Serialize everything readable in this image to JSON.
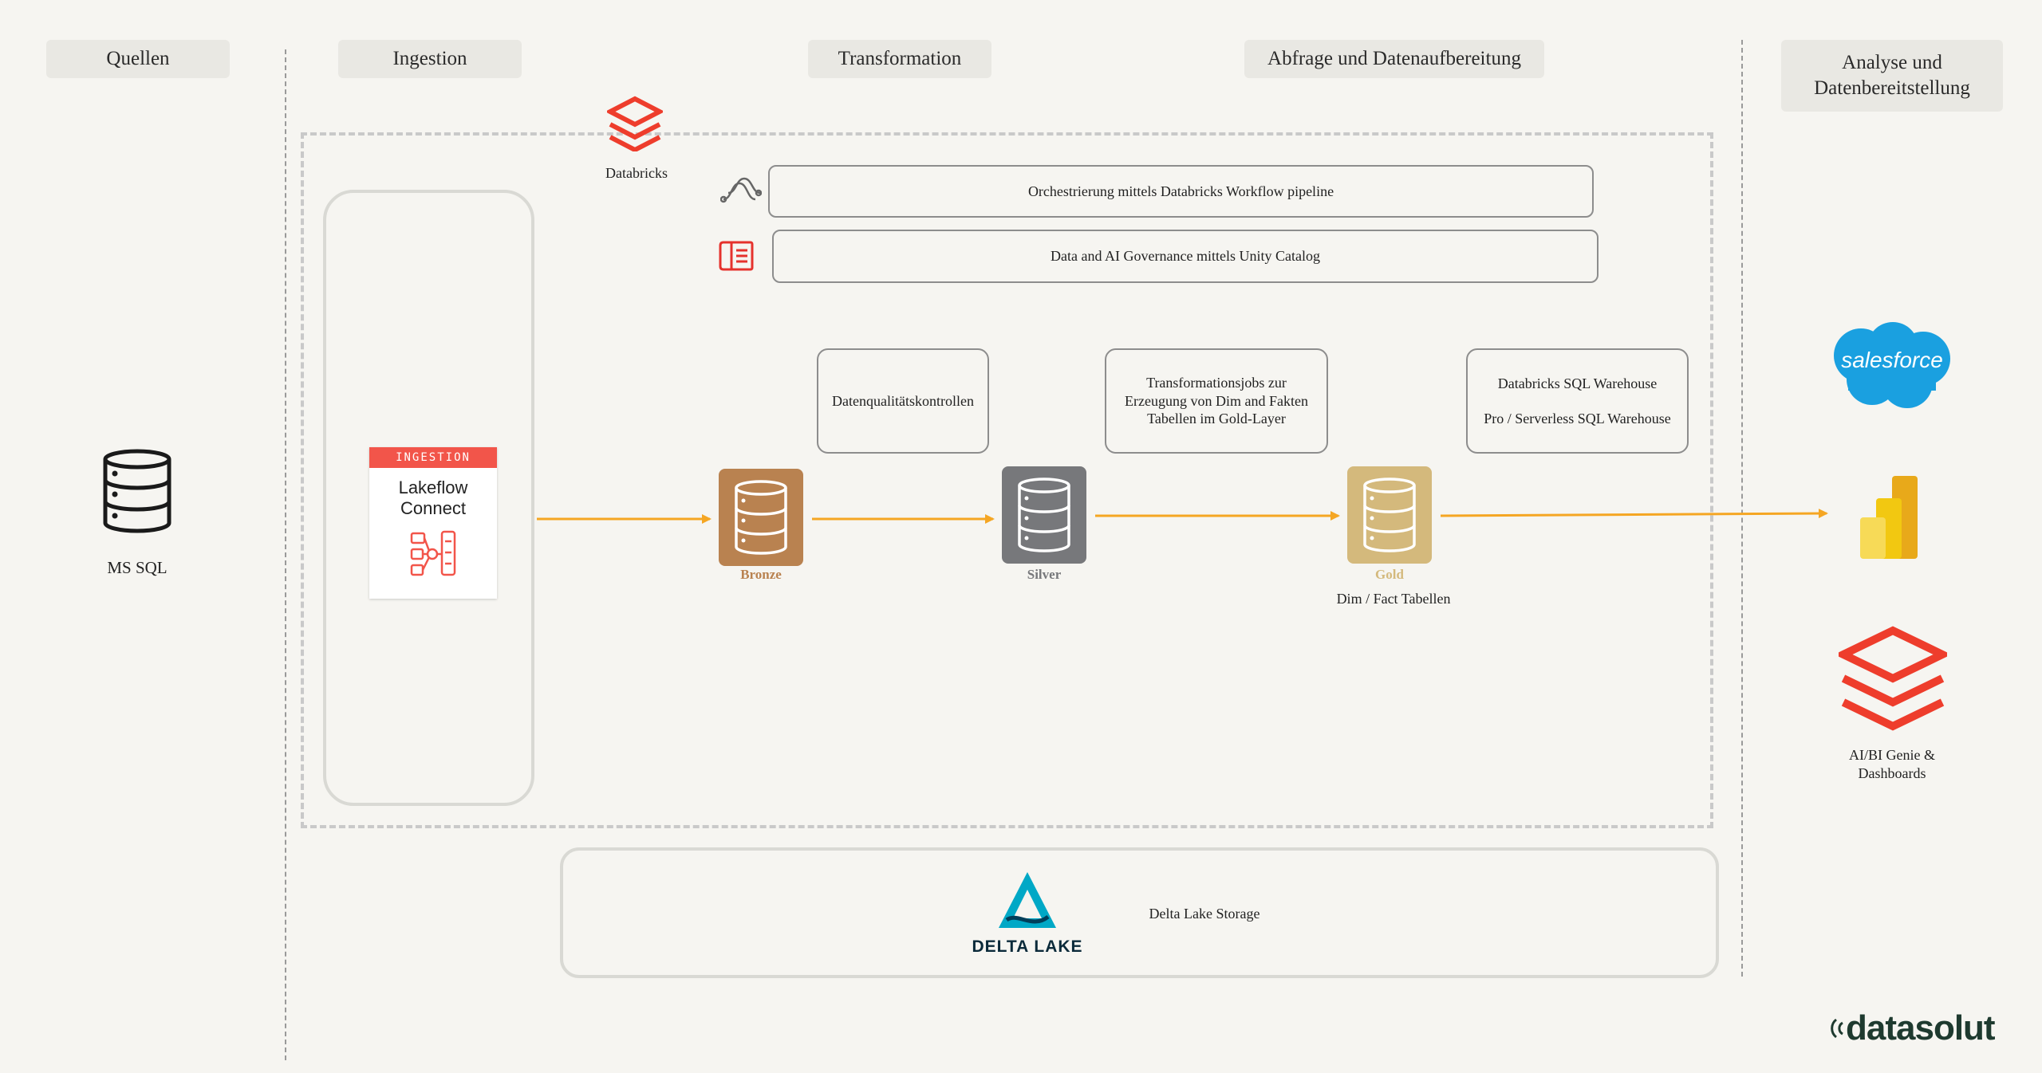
{
  "phases": {
    "sources": "Quellen",
    "ingestion": "Ingestion",
    "transformation": "Transformation",
    "query": "Abfrage und Datenaufbereitung",
    "analysis_line1": "Analyse und",
    "analysis_line2": "Datenbereitstellung"
  },
  "source": {
    "label": "MS SQL"
  },
  "platform": {
    "label": "Databricks"
  },
  "bars": {
    "orchestration": "Orchestrierung mittels Databricks Workflow pipeline",
    "governance": "Data and AI Governance mittels Unity Catalog"
  },
  "lakeflow": {
    "badge": "INGESTION",
    "line1": "Lakeflow",
    "line2": "Connect"
  },
  "notes": {
    "quality": "Datenqualitätskontrollen",
    "transform_line1": "Transformationsjobs zur",
    "transform_line2": "Erzeugung von Dim and Fakten",
    "transform_line3": "Tabellen im Gold-Layer",
    "warehouse_line1": "Databricks SQL Warehouse",
    "warehouse_line2": "Pro / Serverless SQL Warehouse"
  },
  "layers": {
    "bronze": "Bronze",
    "silver": "Silver",
    "gold": "Gold",
    "gold_sub": "Dim / Fact Tabellen"
  },
  "storage": {
    "logo": "DELTA LAKE",
    "label": "Delta Lake Storage"
  },
  "consumers": {
    "salesforce": "salesforce",
    "genie_line1": "AI/BI Genie &",
    "genie_line2": "Dashboards"
  },
  "brand": "datasolut",
  "colors": {
    "bronze": "#b98250",
    "silver": "#77787b",
    "gold": "#d4b97c",
    "arrow": "#f5a623",
    "databricks_red": "#ee3d2c",
    "salesforce_blue": "#1aa0e0",
    "delta_teal": "#00a8c6"
  }
}
